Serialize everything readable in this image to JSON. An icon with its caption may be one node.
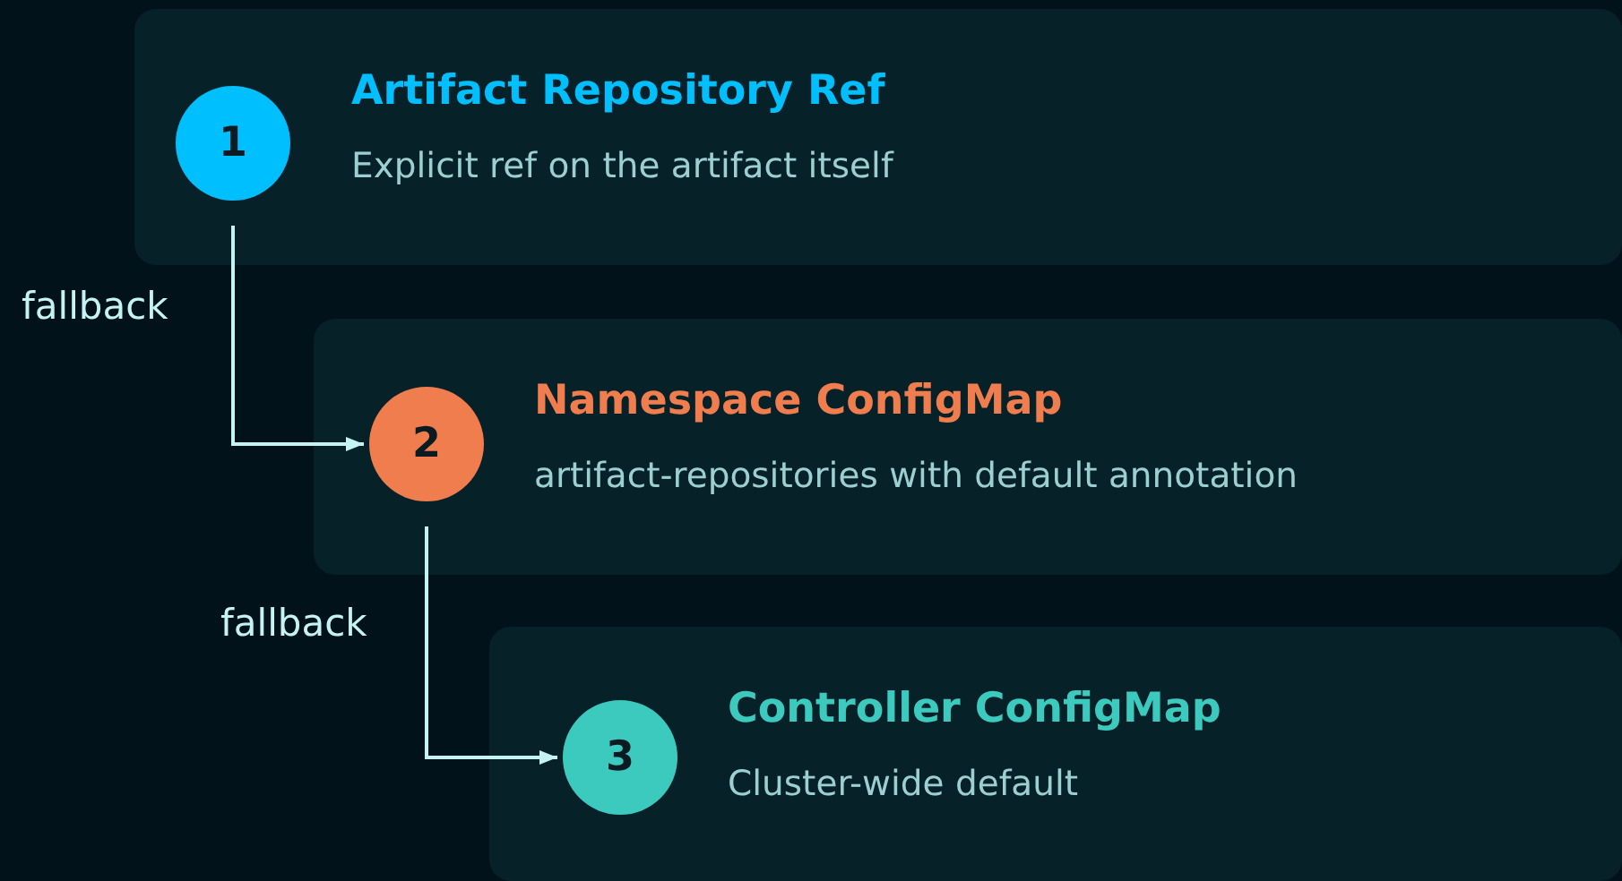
{
  "diagram": {
    "nodes": [
      {
        "text": [
          "Artifact Repository Ref",
          "Explicit ref on the artifact itself"
        ]
      },
      {
        "text": [
          "1"
        ],
        "in": 0
      },
      {
        "text": [
          "Namespace ConfigMap",
          "artifact-repositories with default annotation"
        ]
      },
      {
        "text": [
          "2"
        ],
        "in": 2
      },
      {
        "text": [
          "Controller ConfigMap",
          "Cluster-wide default"
        ]
      },
      {
        "text": [
          "3"
        ],
        "in": 4
      }
    ],
    "edges": [
      {
        "from": 1,
        "to": 3,
        "arrow": "to",
        "label": "fallback"
      },
      {
        "from": 3,
        "to": 5,
        "arrow": "to",
        "label": "fallback"
      }
    ]
  }
}
